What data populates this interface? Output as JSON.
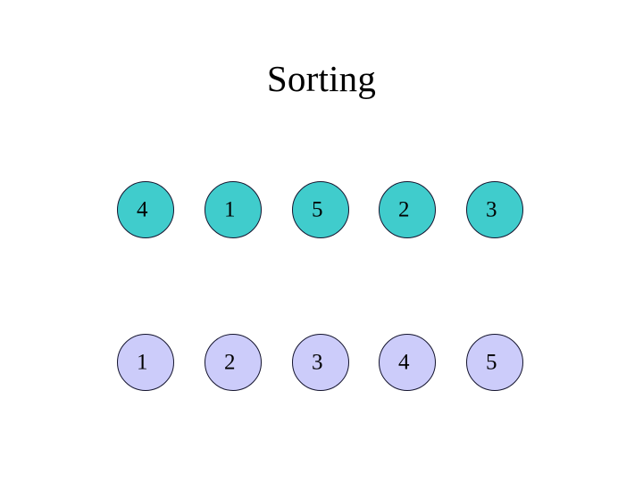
{
  "slide": {
    "title": "Sorting",
    "background_color": "#ffffff",
    "text_color": "#000000"
  },
  "rows": [
    {
      "name": "unsorted-row",
      "fill_color": "#40cccc",
      "border_color": "#14142e",
      "values": [
        "4",
        "1",
        "5",
        "2",
        "3"
      ]
    },
    {
      "name": "sorted-row",
      "fill_color": "#ccccfa",
      "border_color": "#14142e",
      "values": [
        "1",
        "2",
        "3",
        "4",
        "5"
      ]
    }
  ]
}
